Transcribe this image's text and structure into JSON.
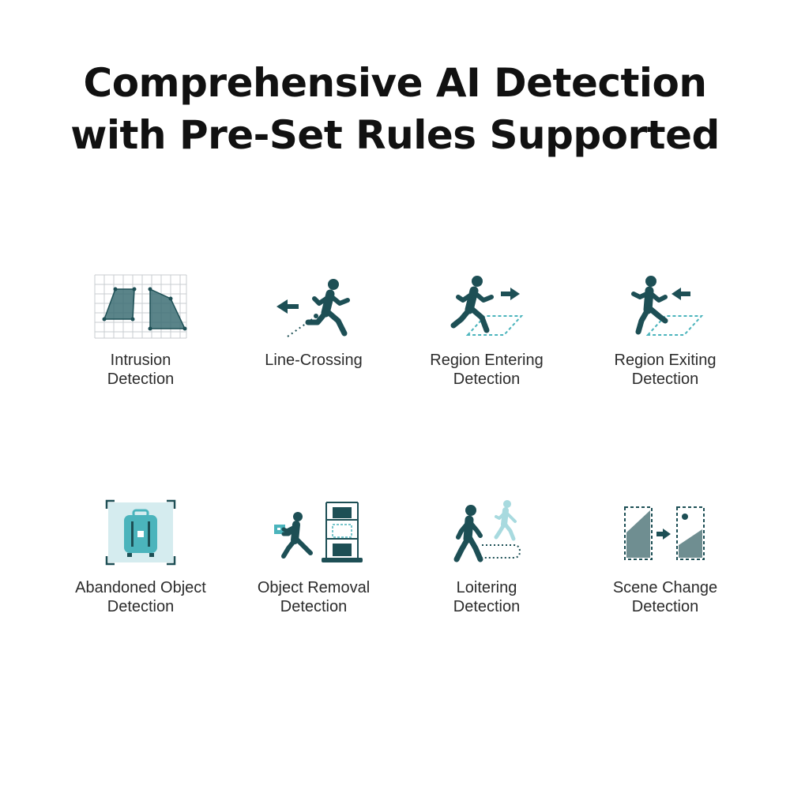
{
  "title": {
    "line1": "Comprehensive AI Detection",
    "line2": "with Pre-Set Rules Supported"
  },
  "colors": {
    "icon_dark": "#1d4f55",
    "icon_teal": "#4bb4bc",
    "icon_light": "#cfe9ec",
    "text": "#2b2b2b"
  },
  "features": [
    {
      "icon": "intrusion-grid-icon",
      "line1": "Intrusion",
      "line2": "Detection"
    },
    {
      "icon": "line-crossing-icon",
      "line1": "Line-Crossing",
      "line2": ""
    },
    {
      "icon": "region-entering-icon",
      "line1": "Region Entering",
      "line2": "Detection"
    },
    {
      "icon": "region-exiting-icon",
      "line1": "Region Exiting",
      "line2": "Detection"
    },
    {
      "icon": "abandoned-luggage-icon",
      "line1": "Abandoned Object",
      "line2": "Detection"
    },
    {
      "icon": "object-removal-icon",
      "line1": "Object Removal",
      "line2": "Detection"
    },
    {
      "icon": "loitering-icon",
      "line1": "Loitering",
      "line2": "Detection"
    },
    {
      "icon": "scene-change-icon",
      "line1": "Scene Change",
      "line2": "Detection"
    }
  ]
}
